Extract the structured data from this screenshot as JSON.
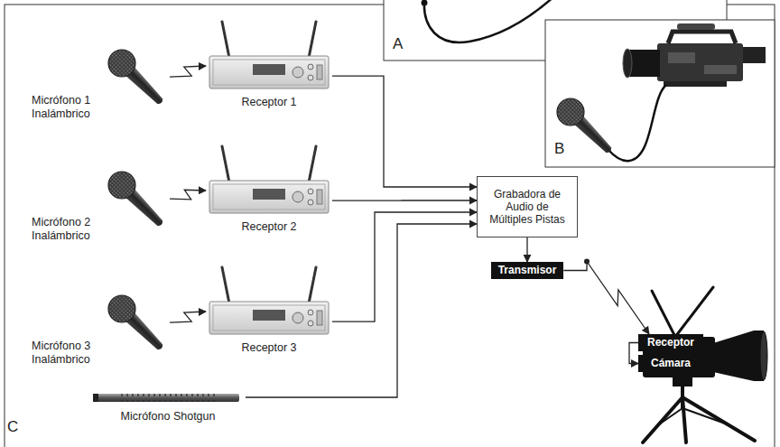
{
  "diagram": {
    "nodes": [
      {
        "text": [
          "A"
        ]
      },
      {
        "text": [
          "B"
        ]
      },
      {
        "text": [
          "C"
        ]
      },
      {
        "text": [
          "Micrófono 1 Inalámbrico"
        ],
        "in": 2
      },
      {
        "text": [
          "Receptor 1"
        ],
        "in": 2
      },
      {
        "text": [
          "Micrófono 2 Inalámbrico"
        ],
        "in": 2
      },
      {
        "text": [
          "Receptor 2"
        ],
        "in": 2
      },
      {
        "text": [
          "Micrófono 3 Inalámbrico"
        ],
        "in": 2
      },
      {
        "text": [
          "Receptor 3"
        ],
        "in": 2
      },
      {
        "text": [
          "Micrófono Shotgun"
        ],
        "in": 2
      },
      {
        "text": [
          "Grabadora de Audio de Múltiples Pistas"
        ],
        "in": 2
      },
      {
        "text": [
          "Transmisor"
        ],
        "in": 2
      },
      {
        "text": [
          "Receptor"
        ],
        "in": 2
      },
      {
        "text": [
          "Cámara"
        ],
        "in": 2
      }
    ],
    "edges": [
      {
        "from": 3,
        "to": 4,
        "arrow": "to"
      },
      {
        "from": 5,
        "to": 6,
        "arrow": "to"
      },
      {
        "from": 7,
        "to": 8,
        "arrow": "to"
      },
      {
        "from": 4,
        "to": 10,
        "arrow": "to"
      },
      {
        "from": 6,
        "to": 10,
        "arrow": "to"
      },
      {
        "from": 8,
        "to": 10,
        "arrow": "to"
      },
      {
        "from": 9,
        "to": 10,
        "arrow": "to"
      },
      {
        "from": 10,
        "to": 11,
        "arrow": "to"
      },
      {
        "from": 11,
        "to": 12,
        "arrow": "to"
      },
      {
        "from": 12,
        "to": 13,
        "arrow": "to"
      }
    ]
  }
}
